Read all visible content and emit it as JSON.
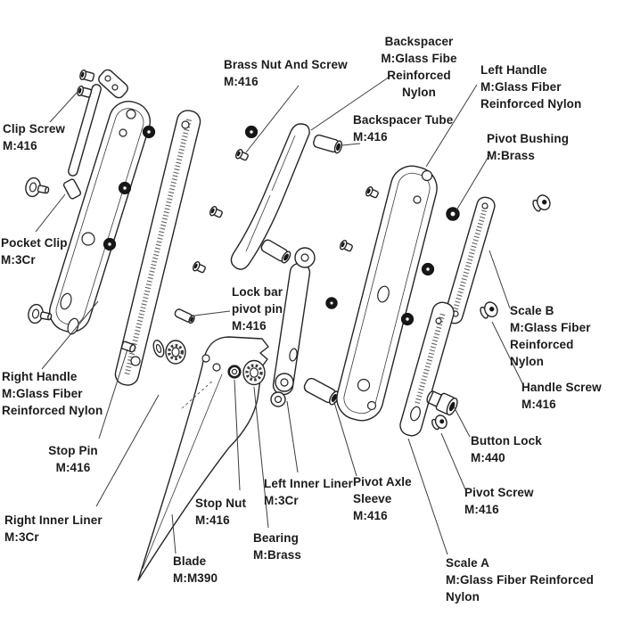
{
  "figure": {
    "title": "Exploded parts diagram of a button-lock folding knife",
    "background": "#ffffff",
    "ink_color": "#1b1b1b"
  },
  "labels": {
    "clip_screw": {
      "lines": [
        "Clip Screw",
        "M:416"
      ]
    },
    "pocket_clip": {
      "lines": [
        "Pocket Clip",
        "M:3Cr"
      ]
    },
    "brass_nut": {
      "lines": [
        "Brass Nut And Screw",
        "M:416"
      ]
    },
    "backspacer": {
      "lines": [
        "Backspacer",
        "M:Glass Fibe",
        "Reinforced",
        "Nylon"
      ]
    },
    "backspacer_tube": {
      "lines": [
        "Backspacer Tube",
        "M:416"
      ]
    },
    "left_handle": {
      "lines": [
        "Left Handle",
        "M:Glass Fiber",
        "Reinforced Nylon"
      ]
    },
    "pivot_bushing": {
      "lines": [
        "Pivot Bushing",
        "M:Brass"
      ]
    },
    "lock_bar_pivot_pin": {
      "lines": [
        "Lock bar",
        "pivot pin",
        "M:416"
      ]
    },
    "scale_b": {
      "lines": [
        "Scale B",
        "M:Glass Fiber",
        "Reinforced",
        "Nylon"
      ]
    },
    "handle_screw": {
      "lines": [
        "Handle Screw",
        "M:416"
      ]
    },
    "right_handle": {
      "lines": [
        "Right Handle",
        "M:Glass Fiber",
        "Reinforced Nylon"
      ]
    },
    "stop_pin": {
      "lines": [
        "Stop Pin",
        "M:416"
      ]
    },
    "button_lock": {
      "lines": [
        "Button Lock",
        "M:440"
      ]
    },
    "pivot_screw": {
      "lines": [
        "Pivot Screw",
        "M:416"
      ]
    },
    "right_inner_liner": {
      "lines": [
        "Right Inner Liner",
        "M:3Cr"
      ]
    },
    "stop_nut": {
      "lines": [
        "Stop Nut",
        "M:416"
      ]
    },
    "left_inner_liner": {
      "lines": [
        "Left Inner Liner",
        "M:3Cr"
      ]
    },
    "bearing": {
      "lines": [
        "Bearing",
        "M:Brass"
      ]
    },
    "pivot_axle_sleeve": {
      "lines": [
        "Pivot Axle",
        "Sleeve",
        "M:416"
      ]
    },
    "blade": {
      "lines": [
        "Blade",
        "M:M390"
      ]
    },
    "scale_a": {
      "lines": [
        "Scale A",
        "M:Glass Fiber Reinforced Nylon"
      ]
    }
  }
}
